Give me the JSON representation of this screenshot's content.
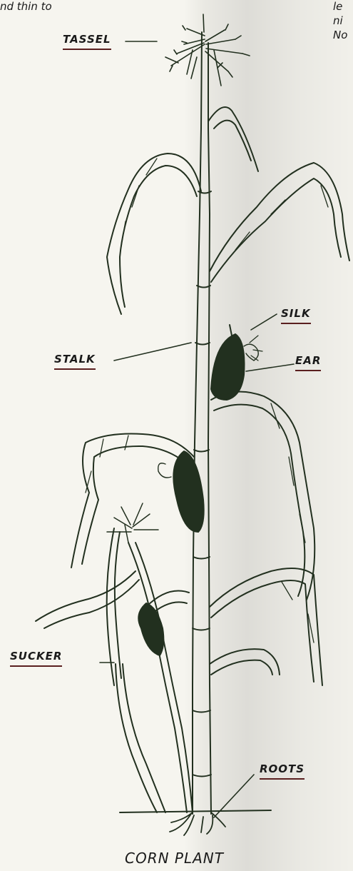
{
  "top_left_fragment": "nd thin to",
  "top_right_fragments": [
    "le",
    "ni",
    "No"
  ],
  "labels": {
    "tassel": "TASSEL",
    "silk": "SILK",
    "stalk": "STALK",
    "ear": "EAR",
    "sucker": "SUCKER",
    "roots": "ROOTS"
  },
  "caption": "CORN PLANT",
  "colors": {
    "ink": "#22301f",
    "underline": "#5a1f1f",
    "paper": "#f6f5ef"
  }
}
